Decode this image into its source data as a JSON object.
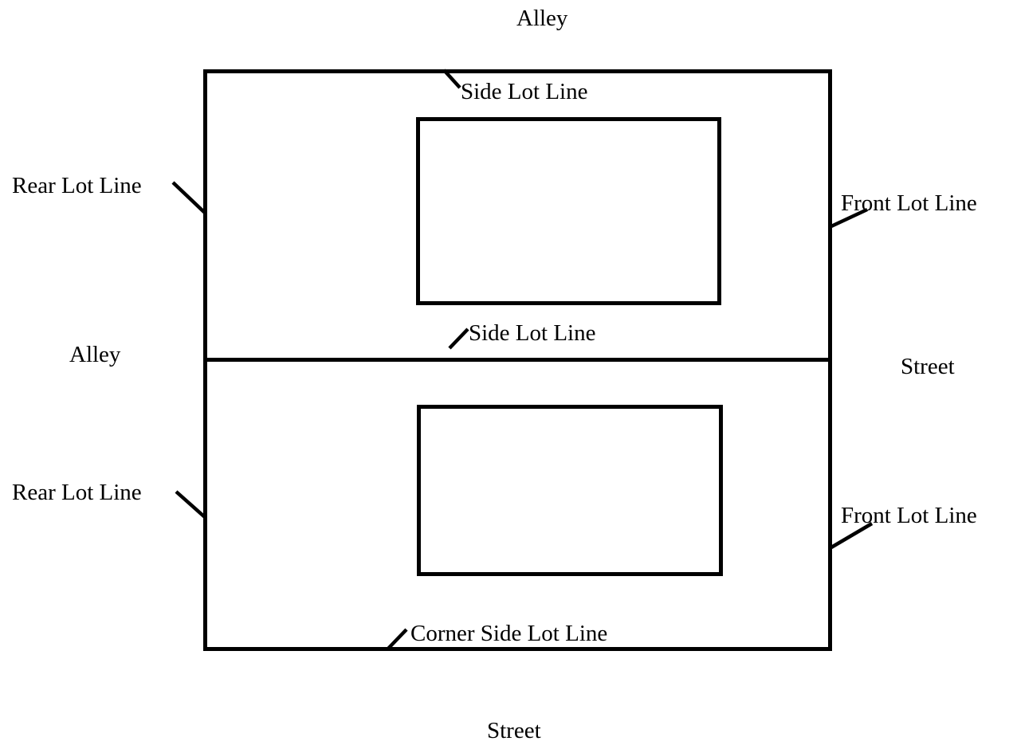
{
  "diagram": {
    "kind": "lot-line-diagram",
    "colors": {
      "line": "#000000",
      "background": "#ffffff"
    },
    "labels": {
      "alley_top": "Alley",
      "side_lot_line_top": "Side Lot Line",
      "rear_lot_line_top": "Rear Lot Line",
      "front_lot_line_top": "Front Lot Line",
      "alley_left": "Alley",
      "side_lot_line_middle": "Side Lot Line",
      "street_right": "Street",
      "rear_lot_line_bottom": "Rear Lot Line",
      "front_lot_line_bottom": "Front Lot Line",
      "corner_side_lot_line_bottom": "Corner Side Lot Line",
      "street_bottom": "Street"
    }
  }
}
